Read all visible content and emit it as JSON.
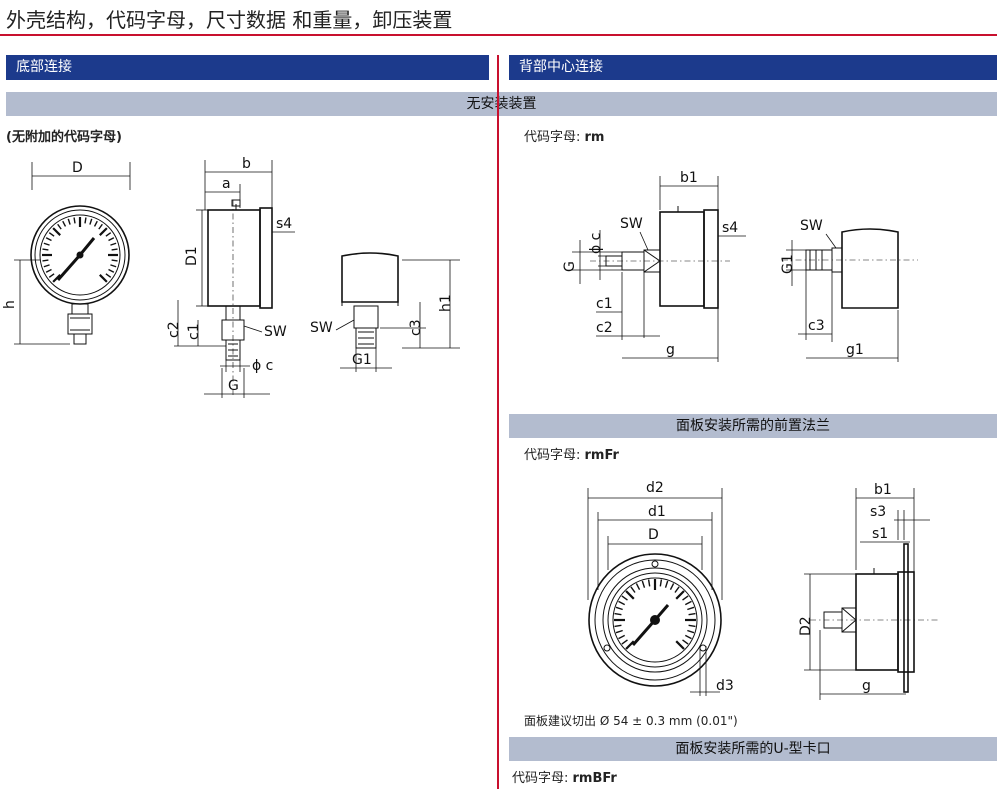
{
  "page_title": "外壳结构，代码字母，尺寸数据 和重量，卸压装置",
  "left_header": "底部连接",
  "right_header": "背部中心连接",
  "no_mount_bar": "无安装装置",
  "left_note": "(无附加的代码字母)",
  "rm_note": {
    "label": "代码字母: ",
    "code": "rm"
  },
  "front_flange_bar": "面板安装所需的前置法兰",
  "rmfr_note": {
    "label": "代码字母: ",
    "code": "rmFr"
  },
  "panel_cutout": "面板建议切出 Ø 54 ± 0.3 mm (0.01\")",
  "u_clamp_bar": "面板安装所需的U-型卡口",
  "rmbfr_note": {
    "label": "代码字母: ",
    "code": "rmBFr"
  },
  "dims": {
    "D": "D",
    "h": "h",
    "b": "b",
    "a": "a",
    "s4": "s4",
    "D1": "D1",
    "c2": "c2",
    "c1": "c1",
    "SW": "SW",
    "phi_c": "ϕ c",
    "G": "G",
    "h1": "h1",
    "c3": "c3",
    "G1": "G1",
    "b1": "b1",
    "g": "g",
    "g1": "g1",
    "d2": "d2",
    "d1": "d1",
    "s3": "s3",
    "s1": "s1",
    "D2": "D2",
    "d3": "d3"
  }
}
